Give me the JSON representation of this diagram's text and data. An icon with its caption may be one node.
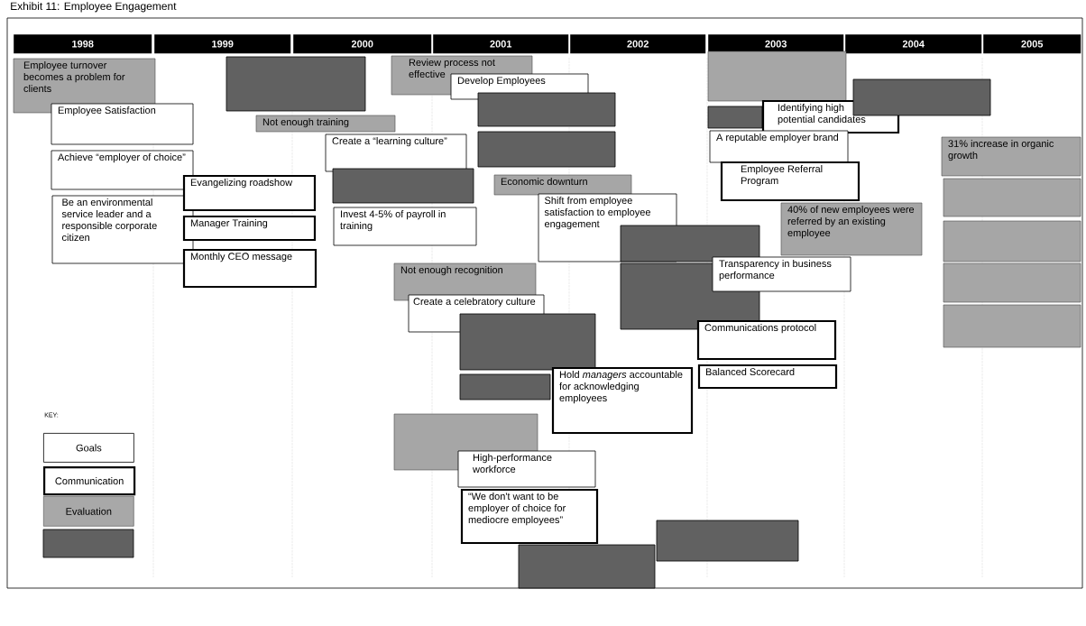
{
  "diagram": {
    "title": "Exhibit 11: Employee Engagement",
    "nodes": [
      {
        "text": [
          "Employee turnover becomes a problem for clients"
        ]
      },
      {
        "text": [
          "Employee Satisfaction"
        ]
      },
      {
        "text": [
          "Achieve “employer of choice”"
        ]
      },
      {
        "text": [
          "Be an environmental service leader and a responsible corporate citizen"
        ]
      },
      {
        "text": [
          "Evangelizing roadshow"
        ]
      },
      {
        "text": [
          "Manager Training"
        ]
      },
      {
        "text": [
          "Monthly CEO message"
        ]
      },
      {
        "text": [],
        "shape": "box"
      },
      {
        "text": [
          "Not enough training"
        ]
      },
      {
        "text": [
          "Review process not effective"
        ]
      },
      {
        "text": [
          "Develop Employees"
        ]
      },
      {
        "text": [],
        "shape": "box"
      },
      {
        "text": [],
        "shape": "box"
      },
      {
        "text": [
          "Create a “learning culture”"
        ]
      },
      {
        "text": [],
        "shape": "box"
      },
      {
        "text": [
          "Invest 4-5% of payroll in training"
        ]
      },
      {
        "text": [
          "Economic downturn"
        ]
      },
      {
        "text": [
          "Shift from employee satisfaction to employee engagement"
        ]
      },
      {
        "text": [],
        "shape": "box"
      },
      {
        "text": [],
        "shape": "box"
      },
      {
        "text": [
          "Transparency in business performance"
        ]
      },
      {
        "text": [
          "Not enough recognition"
        ]
      },
      {
        "text": [
          "Create a celebratory culture"
        ]
      },
      {
        "text": [],
        "shape": "box"
      },
      {
        "text": [],
        "shape": "box"
      },
      {
        "text": [
          "Communications protocol"
        ]
      },
      {
        "text": [
          "Balanced Scorecard"
        ]
      },
      {
        "text": [
          "Hold *managers* accountable for acknowledging employees"
        ]
      },
      {
        "text": [],
        "shape": "box"
      },
      {
        "text": [
          "High-performance workforce"
        ]
      },
      {
        "text": [
          "“We don't want to be employer of choice for mediocre employees”"
        ]
      },
      {
        "text": [],
        "shape": "box"
      },
      {
        "text": [],
        "shape": "box"
      },
      {
        "text": [],
        "shape": "box"
      },
      {
        "text": [],
        "shape": "box"
      },
      {
        "text": [
          "Identifying high potential candidates"
        ]
      },
      {
        "text": [],
        "shape": "box"
      },
      {
        "text": [
          "A reputable employer brand"
        ]
      },
      {
        "text": [
          "Employee Referral Program"
        ]
      },
      {
        "text": [
          "40% of new employees were referred by an existing employee"
        ]
      },
      {
        "text": [
          "31% increase in organic growth"
        ]
      },
      {
        "text": [],
        "shape": "box"
      },
      {
        "text": [],
        "shape": "box"
      },
      {
        "text": [],
        "shape": "box"
      },
      {
        "text": [],
        "shape": "box"
      }
    ],
    "labels": [
      "1998",
      "1999",
      "2000",
      "2001",
      "2002",
      "2003",
      "2004",
      "2005",
      "KEY:"
    ],
    "legend": [
      {
        "text": "Goals"
      },
      {
        "text": "Communication"
      },
      {
        "text": "Evaluation",
        "color": "#a8a8a8"
      }
    ]
  }
}
